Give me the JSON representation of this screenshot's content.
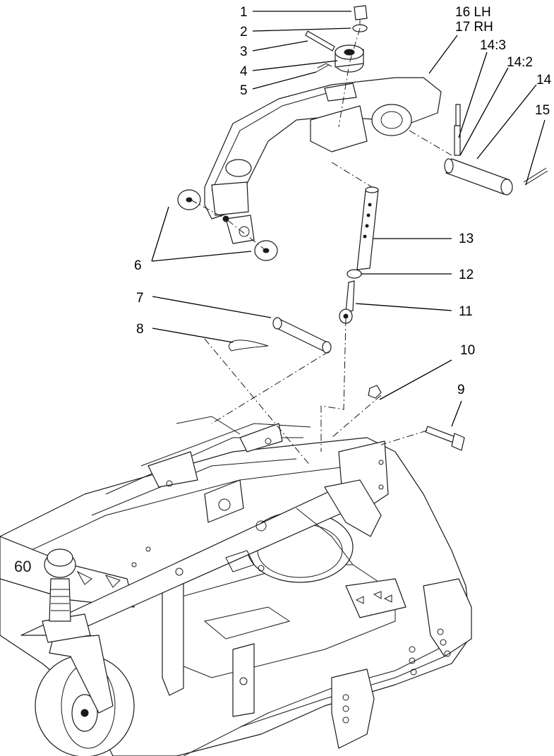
{
  "callouts": [
    {
      "id": "1",
      "label": "1"
    },
    {
      "id": "2",
      "label": "2"
    },
    {
      "id": "3",
      "label": "3"
    },
    {
      "id": "4",
      "label": "4"
    },
    {
      "id": "5",
      "label": "5"
    },
    {
      "id": "6",
      "label": "6"
    },
    {
      "id": "7",
      "label": "7"
    },
    {
      "id": "8",
      "label": "8"
    },
    {
      "id": "9",
      "label": "9"
    },
    {
      "id": "10",
      "label": "10"
    },
    {
      "id": "11",
      "label": "11"
    },
    {
      "id": "12",
      "label": "12"
    },
    {
      "id": "13",
      "label": "13"
    },
    {
      "id": "14",
      "label": "14"
    },
    {
      "id": "14_2",
      "label": "14:2"
    },
    {
      "id": "14_3",
      "label": "14:3"
    },
    {
      "id": "15",
      "label": "15"
    },
    {
      "id": "16",
      "label": "16 LH"
    },
    {
      "id": "17",
      "label": "17 RH"
    }
  ],
  "deck_marking": "60"
}
